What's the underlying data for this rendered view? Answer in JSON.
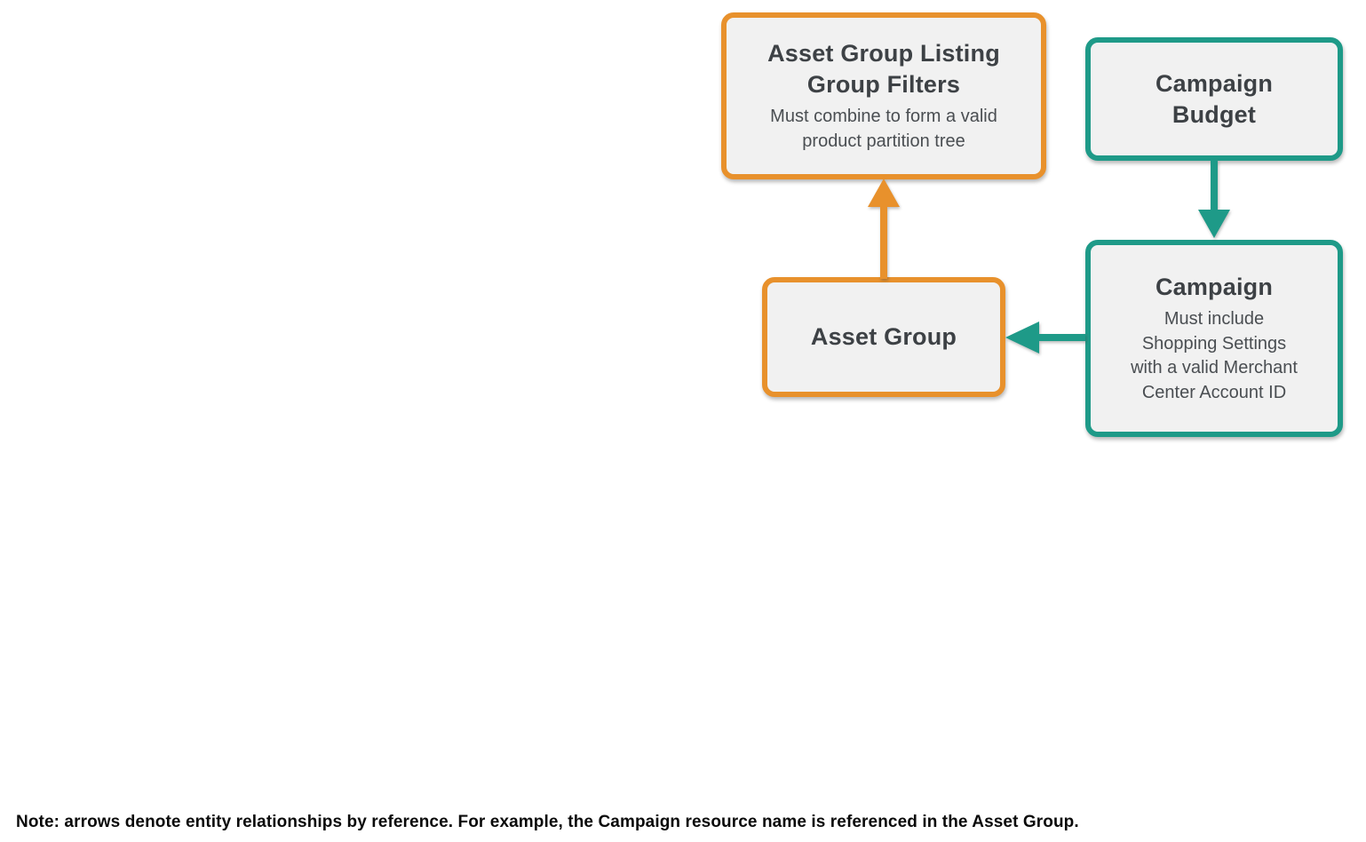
{
  "diagram": {
    "nodes": {
      "listing_filters": {
        "title": "Asset Group Listing\nGroup Filters",
        "subtitle": "Must combine to form a valid\nproduct partition tree",
        "accent_color": "#E8912C"
      },
      "campaign_budget": {
        "title": "Campaign\nBudget",
        "accent_color": "#1E9A88"
      },
      "asset_group": {
        "title": "Asset Group",
        "accent_color": "#E8912C"
      },
      "campaign": {
        "title": "Campaign",
        "subtitle": "Must include\nShopping Settings\nwith a valid Merchant\nCenter Account ID",
        "accent_color": "#1E9A88"
      }
    },
    "edges": [
      {
        "from": "asset_group",
        "to": "listing_filters",
        "color": "#E8912C",
        "direction": "up"
      },
      {
        "from": "campaign_budget",
        "to": "campaign",
        "color": "#1E9A88",
        "direction": "down"
      },
      {
        "from": "campaign",
        "to": "asset_group",
        "color": "#1E9A88",
        "direction": "left"
      }
    ],
    "colors": {
      "orange_accent": "#E8912C",
      "teal_accent": "#1E9A88",
      "node_background": "#F1F1F1",
      "title_text": "#3D4145",
      "subtitle_text": "#4A4E52",
      "page_background": "#FFFFFF"
    }
  },
  "footnote": "Note: arrows denote entity relationships by reference. For example, the Campaign resource name is referenced in the Asset Group."
}
